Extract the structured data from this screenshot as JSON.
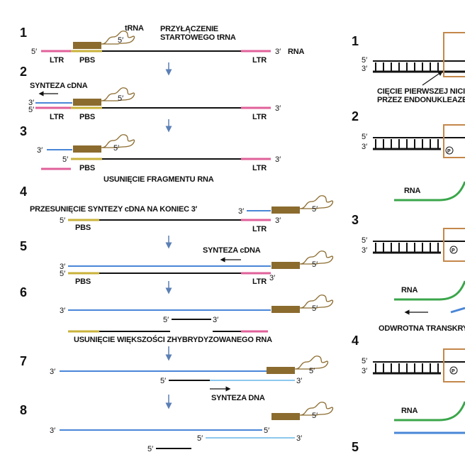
{
  "colors": {
    "rna": "#111111",
    "ltr": "#e0609a",
    "pbs": "#c9b23a",
    "cdna": "#4a86d8",
    "dna2": "#8cc8ee",
    "trna_block": "#8b6b2e",
    "green": "#3aa64a",
    "box": "#c4874a",
    "arrow": "#5b7fb6"
  },
  "left": {
    "steps": [
      "1",
      "2",
      "3",
      "4",
      "5",
      "6",
      "7",
      "8"
    ],
    "labels": {
      "trna": "tRNA",
      "s1_title_line1": "PRZYŁĄCZENIE",
      "s1_title_line2": "STARTOWEGO tRNA",
      "rna": "RNA",
      "ltr": "LTR",
      "pbs": "PBS",
      "synteza_cdna": "SYNTEZA cDNA",
      "usuniecie_fragmentu": "USUNIĘCIE FRAGMENTU RNA",
      "przesuniecie": "PRZESUNIĘCIE SYNTEZY cDNA NA KONIEC 3′",
      "usuniecie_wiekszosci": "USUNIĘCIE WIĘKSZOŚCI ZHYBRYDYZOWANEGO RNA",
      "synteza_dna": "SYNTEZA DNA",
      "end5": "5′",
      "end3": "3′"
    }
  },
  "right": {
    "steps": [
      "1",
      "2",
      "3",
      "4",
      "5"
    ],
    "labels": {
      "ciecie_line1": "CIĘCIE PIERWSZEJ NICI",
      "ciecie_line2": "PRZEZ ENDONUKLEAZĘ",
      "rna": "RNA",
      "odwrotna": "ODWROTNA TRANSKRYP",
      "p": "P",
      "end5": "5′",
      "end3": "3′"
    }
  }
}
